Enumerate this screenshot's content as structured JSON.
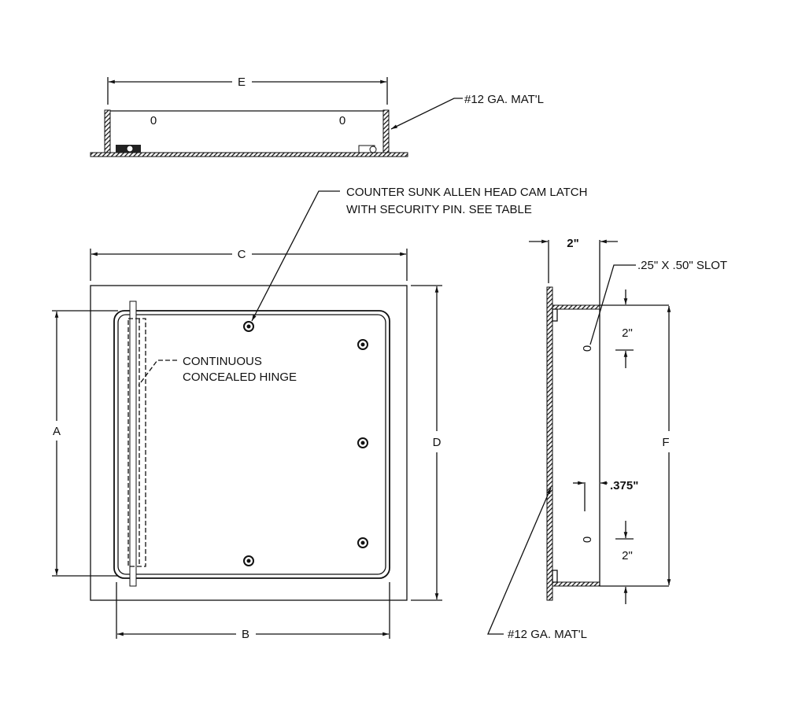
{
  "top_view": {
    "dim_e": "E",
    "slot_left": "0",
    "slot_right": "0",
    "material_note": "#12 GA. MAT'L"
  },
  "front_view": {
    "dim_a": "A",
    "dim_b": "B",
    "dim_c": "C",
    "dim_d": "D",
    "latch_note_line1": "COUNTER SUNK ALLEN HEAD CAM LATCH",
    "latch_note_line2": "WITH SECURITY  PIN. SEE TABLE",
    "hinge_note_line1": "CONTINUOUS",
    "hinge_note_line2": "CONCEALED HINGE"
  },
  "side_view": {
    "dim_depth": "2\"",
    "slot_note": ".25\" X .50\" SLOT",
    "dim_top_slot": "2\"",
    "dim_f": "F",
    "dim_offset": ".375\"",
    "dim_bottom_slot": "2\"",
    "slot_top": "0",
    "slot_bottom": "0",
    "material_note": "#12 GA. MAT'L"
  }
}
